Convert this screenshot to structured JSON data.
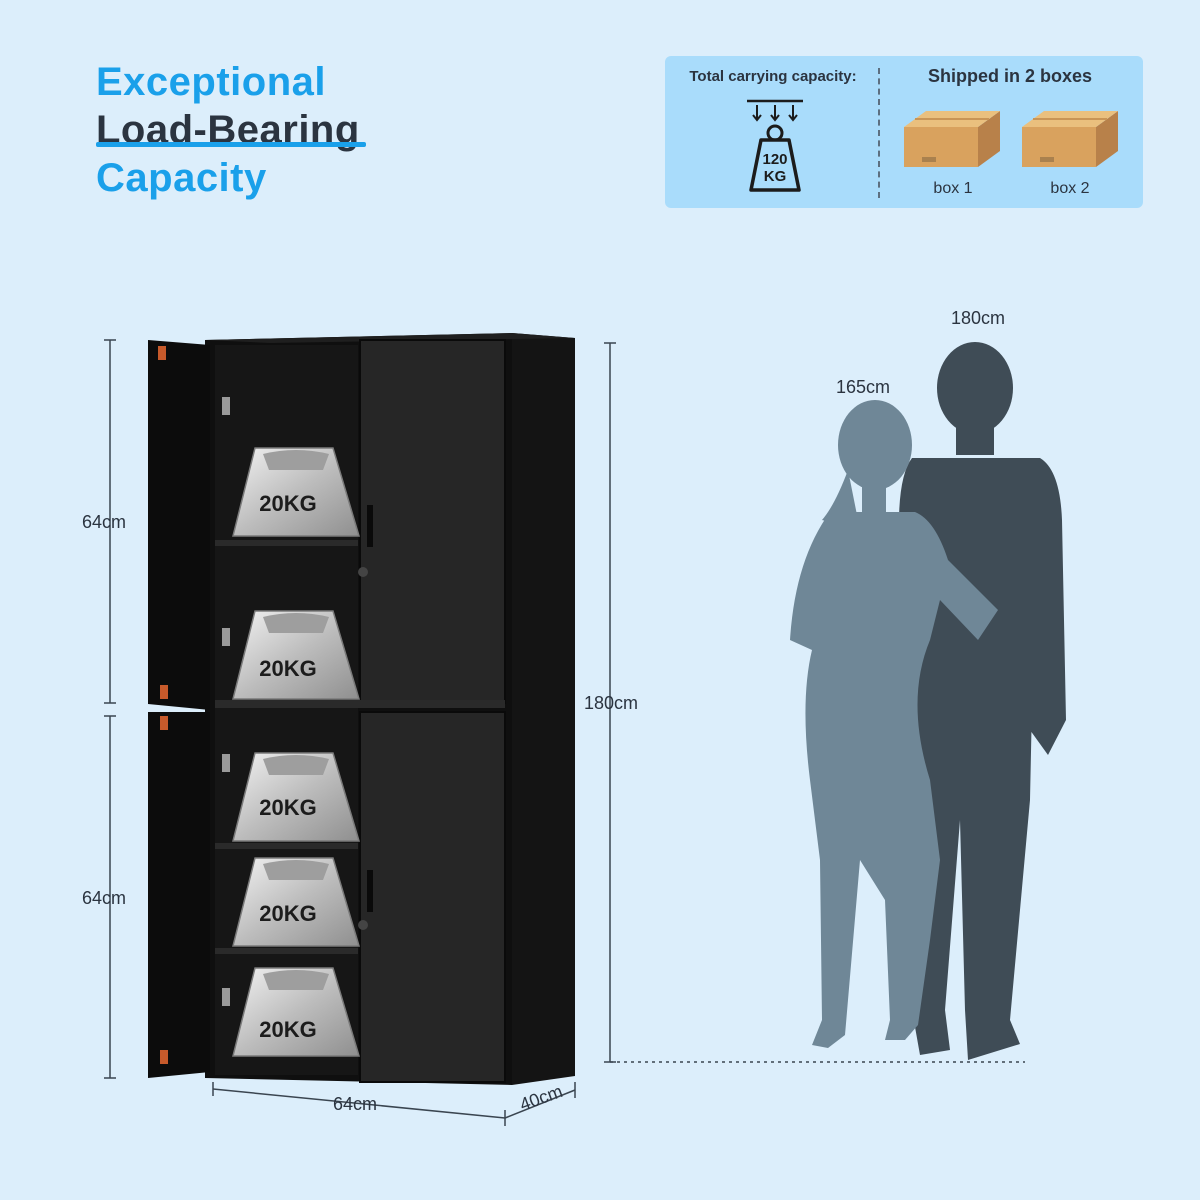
{
  "headline": {
    "line1": "Exceptional",
    "line2": "Load-Bearing",
    "line3": "Capacity"
  },
  "capacity": {
    "label": "Total carrying capacity:",
    "weight_line1": "120",
    "weight_line2": "KG"
  },
  "shipping": {
    "title": "Shipped in 2 boxes",
    "boxes": [
      "box 1",
      "box 2"
    ]
  },
  "cabinet": {
    "weight_tag": "20KG",
    "shelf_count": 5,
    "upper_height": "64cm",
    "lower_height": "64cm",
    "total_height": "180cm",
    "width": "64cm",
    "depth": "40cm"
  },
  "people": {
    "woman_height": "165cm",
    "man_height": "180cm"
  },
  "colors": {
    "background": "#dceefb",
    "accent": "#1aa0ea",
    "panel": "#a9dcfb",
    "cabinet": "#1a1a1a",
    "silhouette_woman": "#6f8797",
    "silhouette_man": "#3f4c56"
  }
}
